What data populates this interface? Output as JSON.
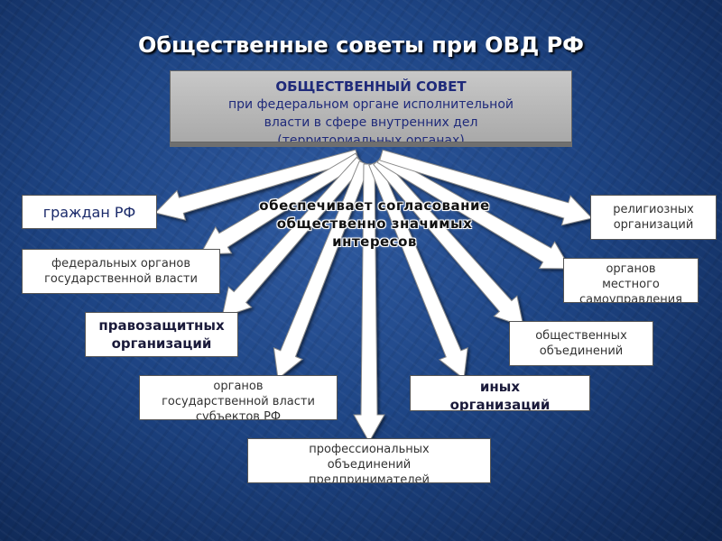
{
  "title": "Общественные советы при ОВД РФ",
  "council": {
    "heading": "ОБЩЕСТВЕННЫЙ СОВЕТ",
    "line1": "при федеральном органе исполнительной",
    "line2": "власти в сфере внутренних дел",
    "line3": "(территориальных органах)"
  },
  "mission": {
    "line1": "обеспечивает согласование",
    "line2": "общественно значимых",
    "line3": "интересов"
  },
  "entities": {
    "citizens": "граждан РФ",
    "federal_bodies_1": "федеральных органов",
    "federal_bodies_2": "государственной власти",
    "human_rights_1": "правозащитных",
    "human_rights_2": "организаций",
    "regional_bodies_1": "органов",
    "regional_bodies_2": "государственной власти",
    "regional_bodies_3": "субъектов РФ",
    "professional_1": "профессиональных",
    "professional_2": "объединений",
    "professional_3": "предпринимателей",
    "other_1": "иных",
    "other_2": "организаций",
    "public_assoc_1": "общественных",
    "public_assoc_2": "объединений",
    "local_gov_1": "органов",
    "local_gov_2": "местного",
    "local_gov_3": "самоуправления",
    "religious_1": "религиозных",
    "religious_2": "организаций"
  },
  "colors": {
    "background": "#1e4585",
    "council_box": "#b8b8b8",
    "council_text": "#1f2a7a",
    "arrow": "#ffffff"
  }
}
